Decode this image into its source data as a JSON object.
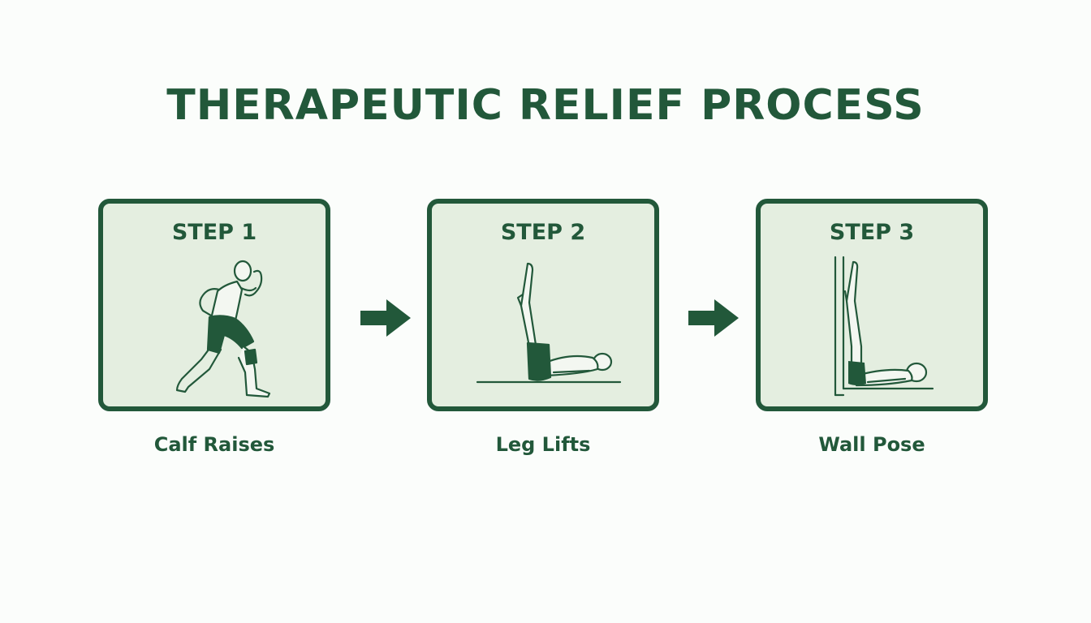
{
  "title": "THERAPEUTIC RELIEF PROCESS",
  "colors": {
    "primary": "#22583a",
    "card_fill": "#e4eee0",
    "background": "#fbfdfb"
  },
  "steps": [
    {
      "label": "STEP 1",
      "caption": "Calf Raises",
      "icon": "running-lunge-figure-icon"
    },
    {
      "label": "STEP 2",
      "caption": "Leg Lifts",
      "icon": "supine-leg-lift-figure-icon"
    },
    {
      "label": "STEP 3",
      "caption": "Wall Pose",
      "icon": "legs-up-wall-figure-icon"
    }
  ],
  "connectors": [
    "arrow-right-icon",
    "arrow-right-icon"
  ]
}
